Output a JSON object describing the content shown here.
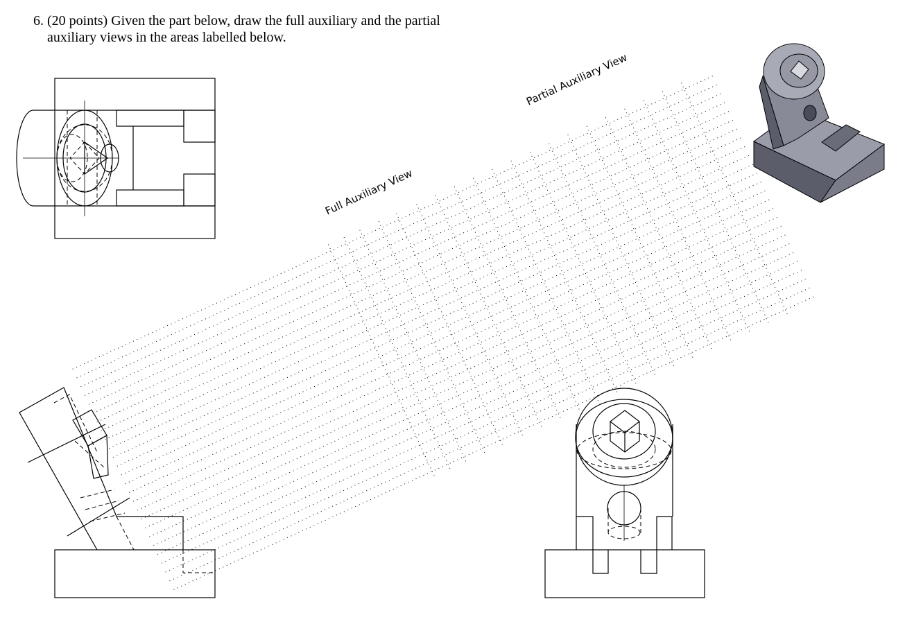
{
  "question": {
    "line1": "6. (20 points) Given the part below, draw the full auxiliary and the partial",
    "line2": "auxiliary views in the areas labelled below."
  },
  "labels": {
    "full_aux": "Full Auxiliary View",
    "partial_aux": "Partial Auxiliary View"
  },
  "colors": {
    "line": "#000000",
    "iso_top": "#9a9caa",
    "iso_side": "#5b5d6b",
    "iso_front": "#7a7c8a"
  }
}
